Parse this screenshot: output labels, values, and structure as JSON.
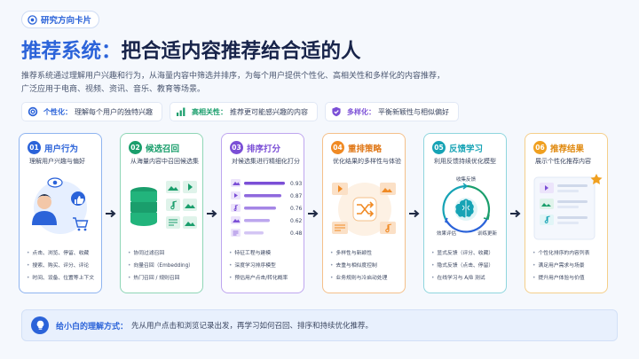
{
  "badge": "研究方向卡片",
  "title": {
    "highlight": "推荐系统：",
    "rest": "把合适内容推荐给合适的人"
  },
  "description": {
    "line1": "推荐系统通过理解用户兴趣和行为，从海量内容中筛选并排序，为每个用户提供个性化、高相关性和多样化的内容推荐，",
    "line2": "广泛应用于电商、视频、资讯、音乐、教育等场景。"
  },
  "features": [
    {
      "key": "个性化：",
      "text": "理解每个用户的独特兴趣",
      "icon": "target-icon"
    },
    {
      "key": "高相关性：",
      "text": "推荐更可能感兴趣的内容",
      "icon": "bar-chart-icon"
    },
    {
      "key": "多样化：",
      "text": "平衡新颖性与相似偏好",
      "icon": "shield-check-icon"
    }
  ],
  "steps": [
    {
      "num": "01",
      "title": "用户行为",
      "subtitle": "理解用户兴趣与偏好",
      "color": "#2b63d9",
      "bullets": [
        "点击、浏览、停留、收藏",
        "搜索、购买、评分、评论",
        "时间、设备、位置等上下文"
      ]
    },
    {
      "num": "02",
      "title": "候选召回",
      "subtitle": "从海量内容中召回候选集",
      "color": "#1a9e6c",
      "bullets": [
        "协同过滤召回",
        "向量召回（Embedding）",
        "热门召回 / 规则召回"
      ]
    },
    {
      "num": "03",
      "title": "排序打分",
      "subtitle": "对候选集进行精细化打分",
      "color": "#7b4fd6",
      "scores": [
        "0.93",
        "0.87",
        "0.76",
        "0.62",
        "0.48"
      ],
      "bullets": [
        "特征工程与建模",
        "深度学习排序模型",
        "预估用户点击/转化概率"
      ]
    },
    {
      "num": "04",
      "title": "重排策略",
      "subtitle": "优化结果的多样性与体验",
      "color": "#f08a24",
      "bullets": [
        "多样性与新颖性",
        "去重与相似度控制",
        "业务规则与冷启动处理"
      ]
    },
    {
      "num": "05",
      "title": "反馈学习",
      "subtitle": "利用反馈持续优化模型",
      "color": "#16a3b5",
      "cycle_labels": [
        "收集反馈",
        "训练更新",
        "效果评估"
      ],
      "bullets": [
        "显式反馈（评分、收藏）",
        "隐式反馈（点击、停留）",
        "在线学习与 A/B 测试"
      ]
    },
    {
      "num": "06",
      "title": "推荐结果",
      "subtitle": "展示个性化推荐内容",
      "color": "#f0a020",
      "bullets": [
        "个性化排序的内容列表",
        "满足用户需求与场景",
        "提升用户体验与价值"
      ]
    }
  ],
  "bottom": {
    "label": "给小白的理解方式：",
    "text": "先从用户点击和浏览记录出发，再学习如何召回、排序和持续优化推荐。"
  }
}
